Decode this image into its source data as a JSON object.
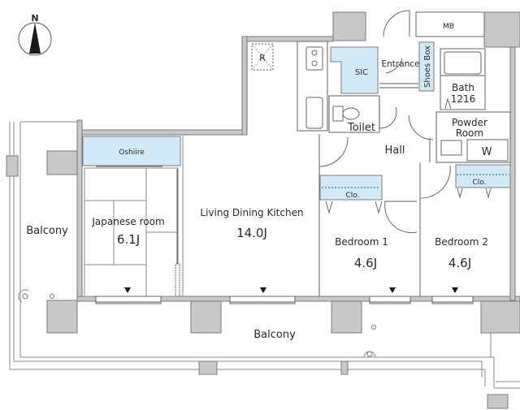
{
  "compass": {
    "label": "N"
  },
  "rooms": {
    "balcony_west": {
      "name": "Balcony"
    },
    "balcony_south": {
      "name": "Balcony"
    },
    "japanese_room": {
      "name": "Japanese room",
      "size": "6.1J"
    },
    "oshiire": {
      "name": "Oshiire"
    },
    "ldk": {
      "name": "Living Dining Kitchen",
      "size": "14.0J"
    },
    "refrigerator": {
      "name": "R"
    },
    "sic": {
      "name": "SIC"
    },
    "toilet": {
      "name": "Toilet"
    },
    "entrance": {
      "name": "Entrance"
    },
    "shoes_box": {
      "name": "Shoes Box"
    },
    "mb": {
      "name": "MB"
    },
    "bath": {
      "name": "Bath",
      "size": "1216"
    },
    "powder_room": {
      "name_line1": "Powder",
      "name_line2": "Room"
    },
    "washer": {
      "name": "W"
    },
    "hall": {
      "name": "Hall"
    },
    "bedroom1": {
      "name": "Bedroom 1",
      "size": "4.6J",
      "closet": "Clo."
    },
    "bedroom2": {
      "name": "Bedroom 2",
      "size": "4.6J",
      "closet": "Clo."
    }
  },
  "colors": {
    "wall": "#c8c8c8",
    "storage": "#d3e9f5",
    "line": "#7a7a7a"
  }
}
